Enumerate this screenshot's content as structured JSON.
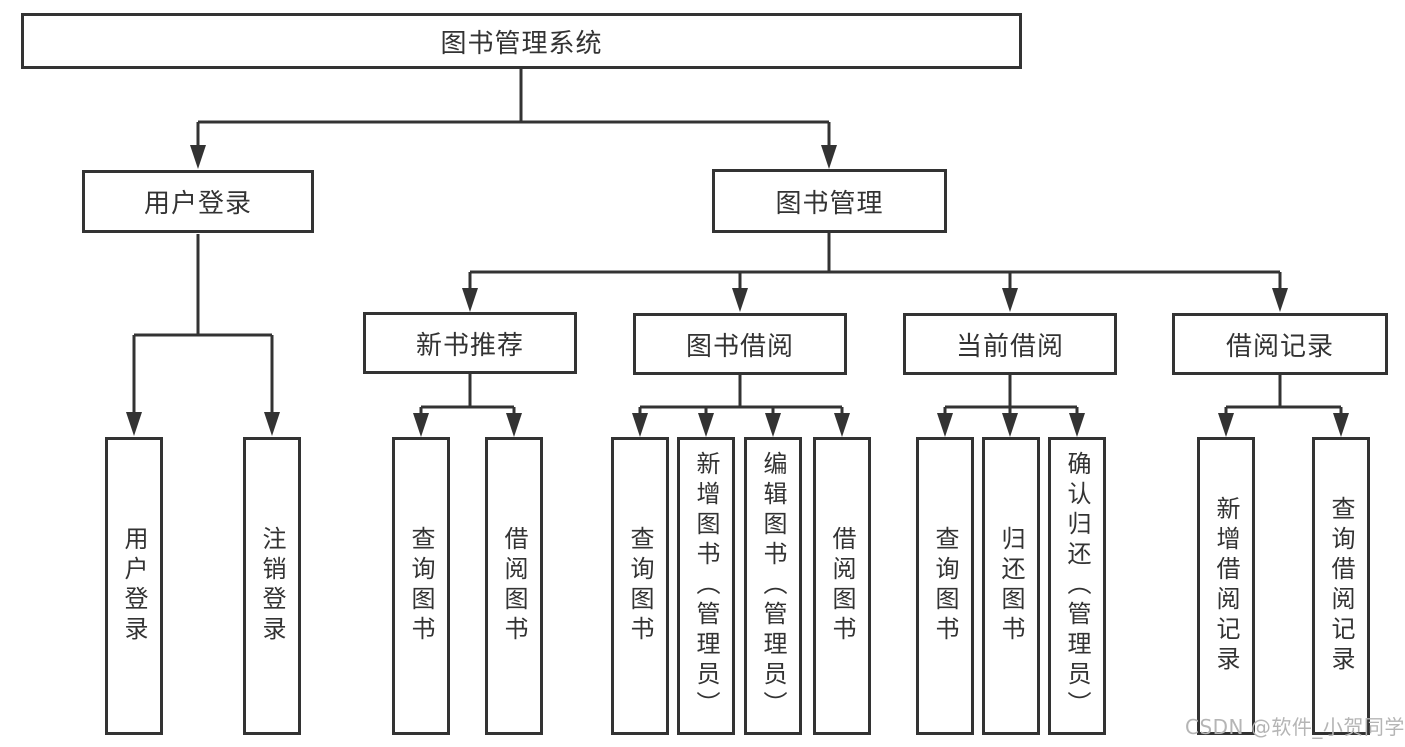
{
  "nodes": {
    "root": "图书管理系统",
    "user_login": "用户登录",
    "book_management": "图书管理",
    "new_book_recommend": "新书推荐",
    "book_borrow": "图书借阅",
    "current_borrow": "当前借阅",
    "borrow_records": "借阅记录",
    "user_login_leaf": "用户登录",
    "logout_leaf": "注销登录",
    "nbr_query_books": "查询图书",
    "nbr_borrow_books": "借阅图书",
    "bb_query_books": "查询图书",
    "bb_add_books_admin": "新增图书（管理员）",
    "bb_edit_books_admin": "编辑图书（管理员）",
    "bb_borrow_books": "借阅图书",
    "cb_query_books": "查询图书",
    "cb_return_books": "归还图书",
    "cb_confirm_return_admin": "确认归还（管理员）",
    "br_add_record": "新增借阅记录",
    "br_query_record": "查询借阅记录"
  },
  "watermark": "CSDN @软件_小贺同学",
  "colors": {
    "line": "#333333",
    "text": "#333333",
    "box_background": "#ffffff",
    "watermark": "#b5b5b5"
  }
}
